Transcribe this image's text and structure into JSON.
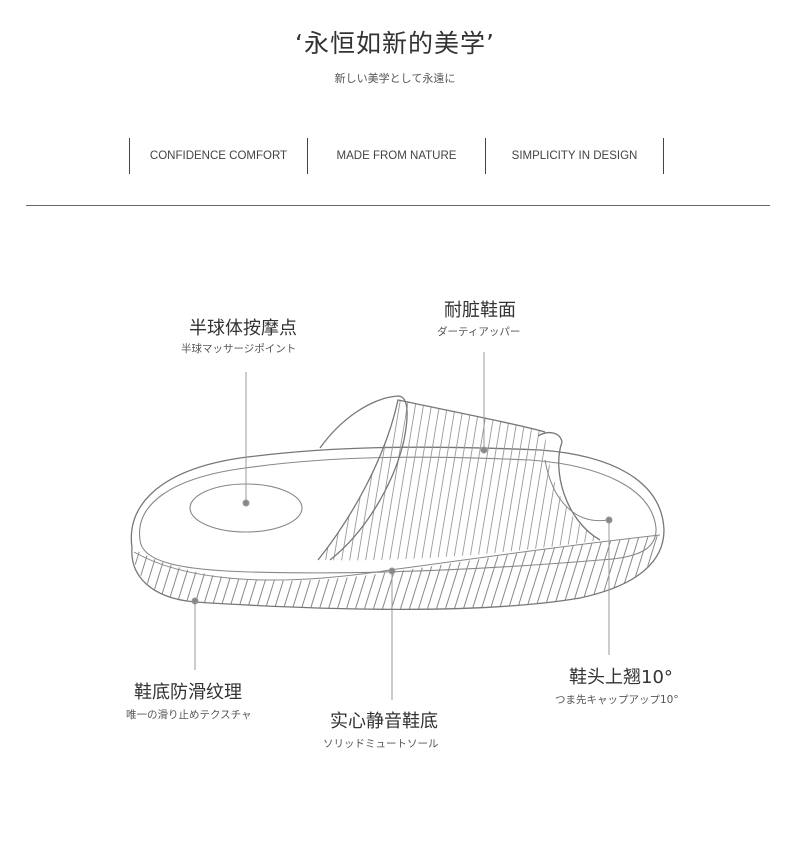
{
  "header": {
    "title": "‘永恒如新的美学’",
    "subtitle": "新しい美学として永遠に"
  },
  "taglines": [
    "CONFIDENCE  COMFORT",
    "MADE FROM NATURE",
    "SIMPLICITY IN DESIGN"
  ],
  "features": {
    "massage": {
      "title": "半球体按摩点",
      "sub": "半球マッサージポイント"
    },
    "upper": {
      "title": "耐脏鞋面",
      "sub": "ダーティアッパー"
    },
    "toe": {
      "title": "鞋头上翘10°",
      "sub": "つま先キャップアップ10°"
    },
    "antislip": {
      "title": "鞋底防滑纹理",
      "sub": "唯一の滑り止めテクスチャ"
    },
    "silent": {
      "title": "实心静音鞋底",
      "sub": "ソリッドミュートソール"
    }
  },
  "colors": {
    "line": "#777777",
    "text": "#333333",
    "background": "#ffffff"
  }
}
